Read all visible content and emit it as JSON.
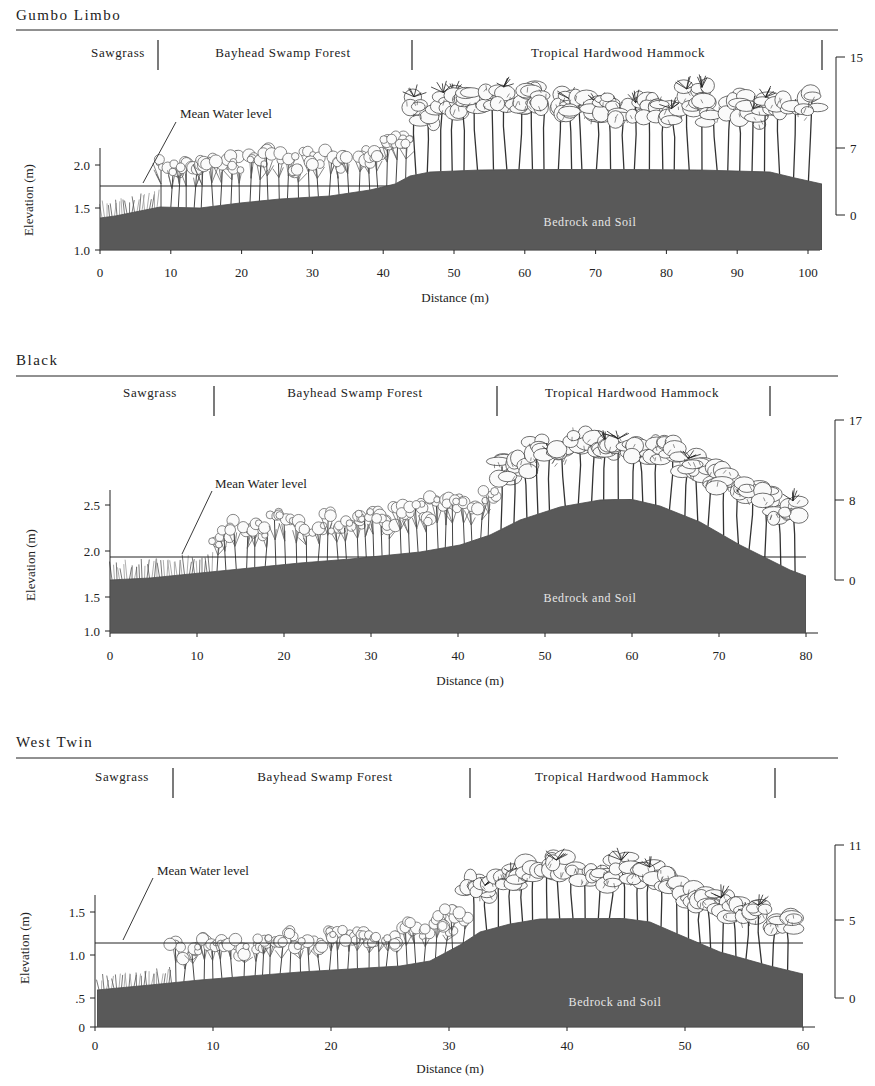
{
  "diagram": {
    "nodes": [
      {
        "text": [
          "Bedrock and Soil"
        ]
      },
      {
        "text": [
          "Bedrock and Soil"
        ]
      },
      {
        "text": [
          "Bedrock and Soil"
        ]
      }
    ],
    "labels": [
      "Gumbo Limbo",
      "Sawgrass",
      "Bayhead Swamp Forest",
      "Tropical Hardwood Hammock",
      "Mean Water level",
      "2.0",
      "1.5",
      "1.0",
      "Elevation (m)",
      "0",
      "10",
      "20",
      "30",
      "40",
      "50",
      "60",
      "70",
      "80",
      "90",
      "100",
      "Distance (m)",
      "15",
      "7",
      "0",
      "Black",
      "Sawgrass",
      "Bayhead Swamp Forest",
      "Tropical Hardwood Hammock",
      "Mean Water level",
      "2.5",
      "2.0",
      "1.5",
      "1.0",
      "Elevation (m)",
      "0",
      "10",
      "20",
      "30",
      "40",
      "50",
      "60",
      "70",
      "80",
      "Distance (m)",
      "17",
      "8",
      "0",
      "West Twin",
      "Sawgrass",
      "Bayhead Swamp Forest",
      "Tropical Hardwood Hammock",
      "Mean Water level",
      "1.5",
      "1.0",
      ".5",
      "0",
      "Elevation (m)",
      "0",
      "10",
      "20",
      "30",
      "40",
      "50",
      "60",
      "Distance (m)",
      "11",
      "5",
      "0"
    ]
  }
}
